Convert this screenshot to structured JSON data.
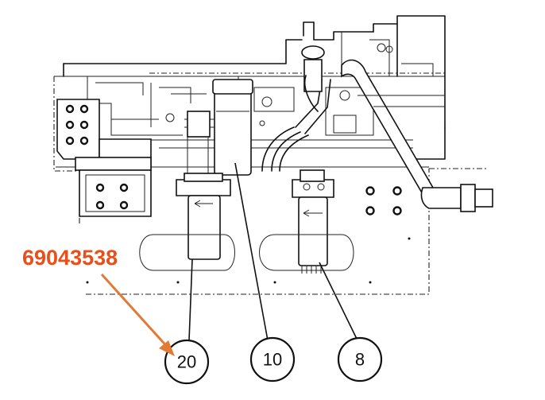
{
  "part_number": {
    "text": "69043538",
    "color": "#E8501B"
  },
  "arrow_color": "#E07A35",
  "callouts": [
    {
      "label": "20"
    },
    {
      "label": "10"
    },
    {
      "label": "8"
    }
  ]
}
